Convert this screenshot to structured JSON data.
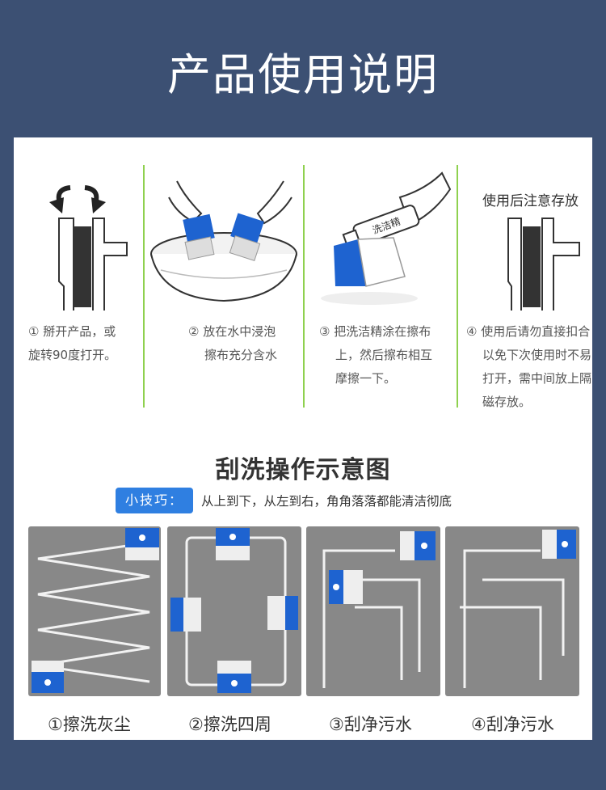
{
  "page": {
    "title": "产品使用说明"
  },
  "steps": [
    {
      "lines": [
        "① 掰开产品，或",
        "旋转90度打开。"
      ]
    },
    {
      "lines": [
        "② 放在水中浸泡",
        "擦布充分含水"
      ]
    },
    {
      "lines": [
        "③ 把洗洁精涂在擦布",
        "上，然后擦布相互",
        "摩擦一下。"
      ]
    },
    {
      "caption": "使用后注意存放",
      "lines": [
        "④ 使用后请勿直接扣合",
        "以免下次使用时不易",
        "打开，需中间放上隔",
        "磁存放。"
      ]
    }
  ],
  "bottle_label": "洗洁精",
  "scrape": {
    "title": "刮洗操作示意图",
    "tip_badge": "小技巧：",
    "tip_text": "从上到下，从左到右，角角落落都能清洁彻底",
    "panels": [
      {
        "label": "①擦洗灰尘"
      },
      {
        "label": "②擦洗四周"
      },
      {
        "label": "③刮净污水"
      },
      {
        "label": "④刮净污水"
      }
    ]
  },
  "colors": {
    "background": "#3c5073",
    "accent": "#2f7fe1",
    "divider": "#8fd14f",
    "cleaner_blue": "#1e63d0",
    "glass_gray": "#888888"
  }
}
